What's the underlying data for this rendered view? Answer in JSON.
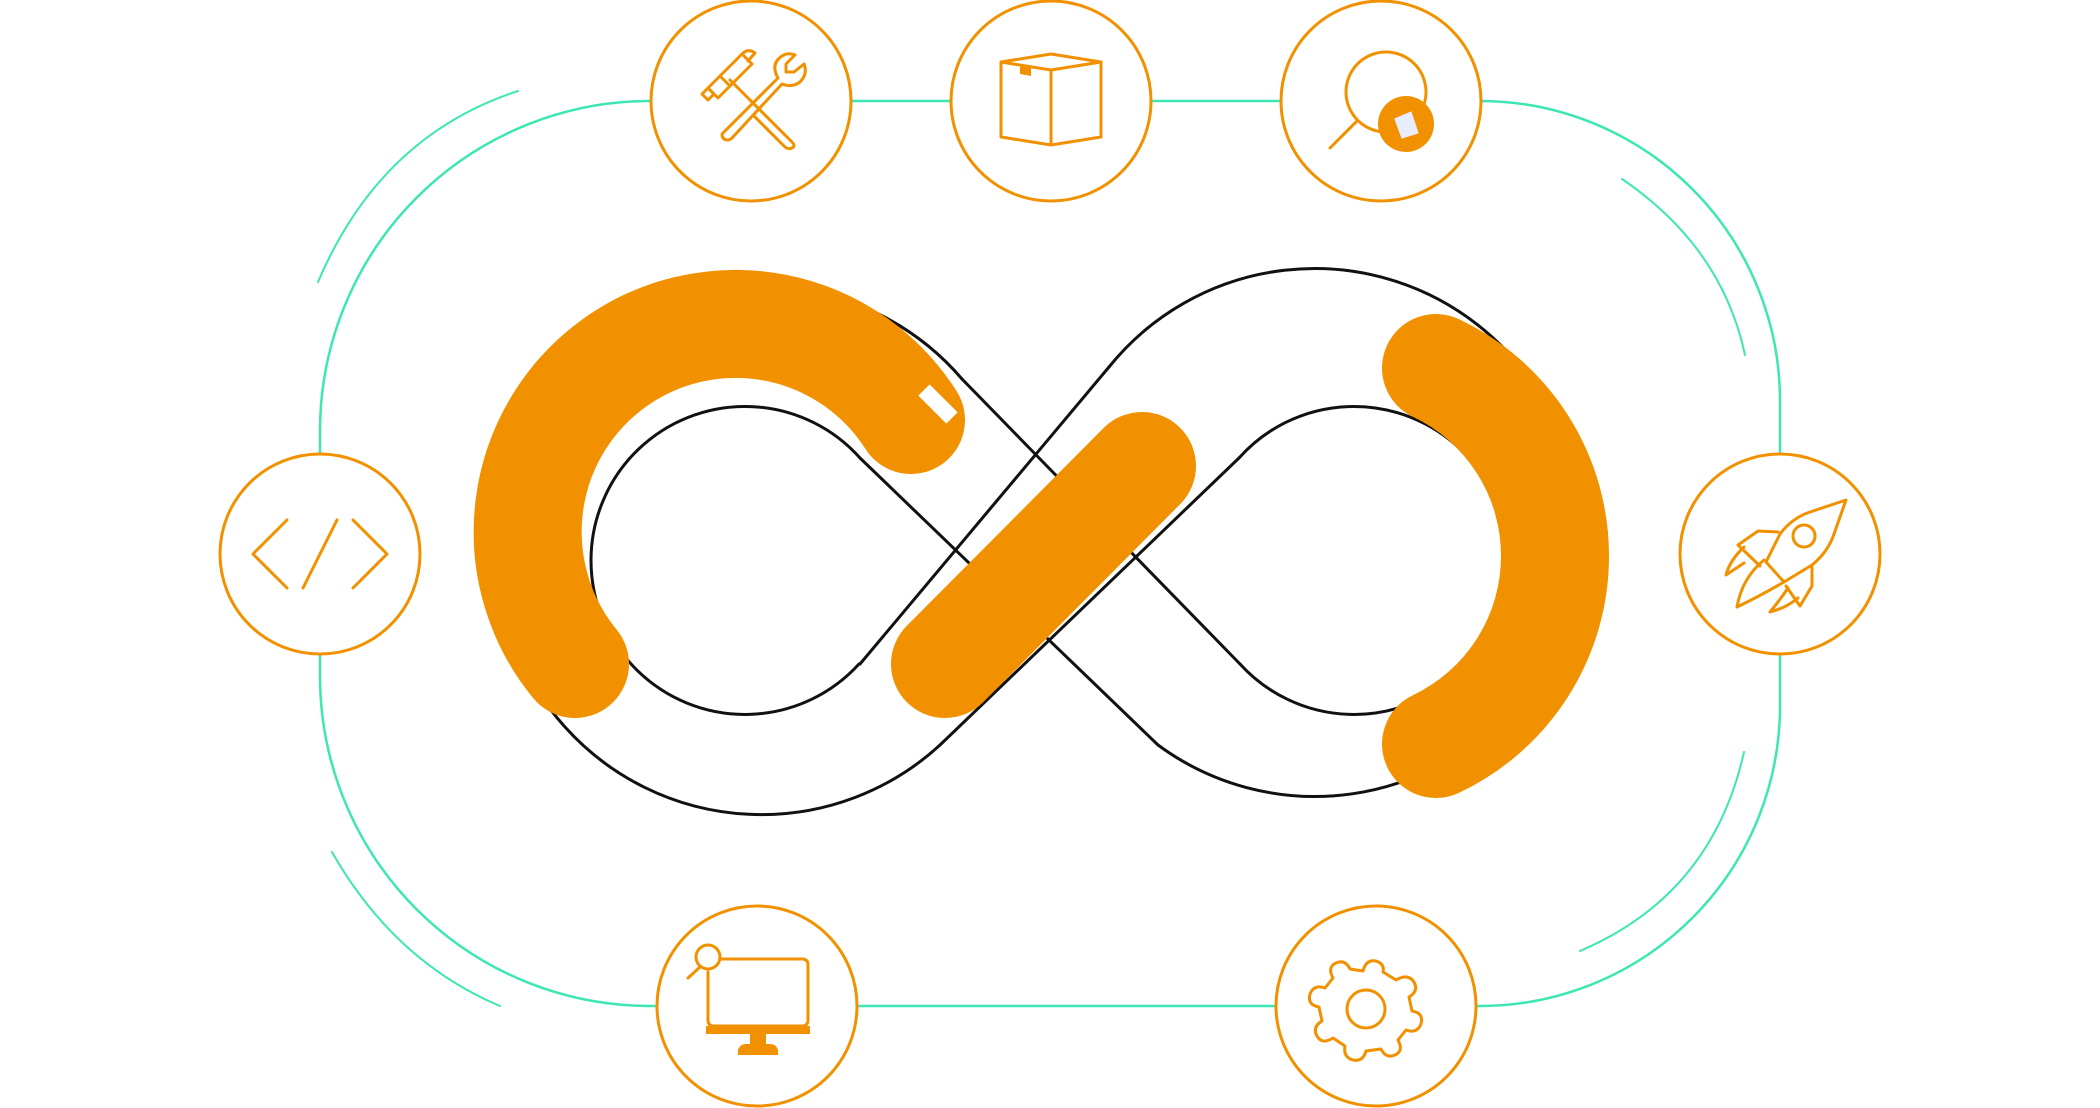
{
  "diagram": {
    "colors": {
      "accent": "#f29100",
      "connector": "#3ee6b4",
      "outline": "#111111",
      "background": "#ffffff"
    },
    "nodes": [
      {
        "id": "tools",
        "icon": "tools-icon"
      },
      {
        "id": "package",
        "icon": "package-icon"
      },
      {
        "id": "inspect",
        "icon": "magnifier-icon"
      },
      {
        "id": "code",
        "icon": "code-icon"
      },
      {
        "id": "deploy",
        "icon": "rocket-icon"
      },
      {
        "id": "monitor",
        "icon": "monitor-icon"
      },
      {
        "id": "configure",
        "icon": "gear-icon"
      }
    ],
    "center": {
      "icon": "infinity-loop"
    }
  }
}
